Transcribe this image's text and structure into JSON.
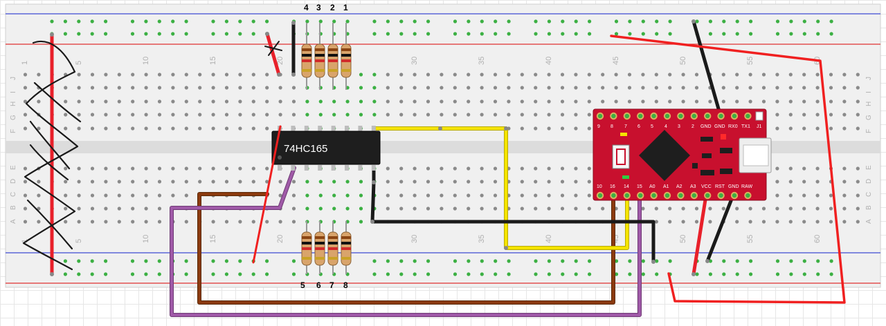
{
  "breadboard": {
    "column_numbers_top": [
      "1",
      "5",
      "10",
      "15",
      "20",
      "25",
      "30",
      "35",
      "40",
      "45",
      "50",
      "55",
      "60"
    ],
    "column_numbers_bottom": [
      "1",
      "5",
      "10",
      "15",
      "20",
      "25",
      "30",
      "35",
      "40",
      "45",
      "50",
      "55",
      "60"
    ],
    "row_letters_top": [
      "J",
      "I",
      "H",
      "G",
      "F"
    ],
    "row_letters_bottom": [
      "E",
      "D",
      "C",
      "B",
      "A"
    ]
  },
  "chip": {
    "label": "74HC165"
  },
  "resistor_labels_top": [
    "4",
    "3",
    "2",
    "1"
  ],
  "resistor_labels_bottom": [
    "5",
    "6",
    "7",
    "8"
  ],
  "board": {
    "top_pins": [
      "9",
      "8",
      "7",
      "6",
      "5",
      "4",
      "3",
      "2",
      "GND",
      "GND",
      "RX0",
      "TX1",
      "J1"
    ],
    "bottom_pins": [
      "10",
      "16",
      "14",
      "15",
      "A0",
      "A1",
      "A2",
      "A3",
      "VCC",
      "RST",
      "GND",
      "RAW"
    ]
  },
  "colors": {
    "wire_red": "#e8202a",
    "wire_black": "#1a1a1a",
    "wire_yellow": "#f5e400",
    "wire_brown": "#8b3a0e",
    "wire_purple": "#a05aa8",
    "board_red": "#c8102e",
    "chip_body": "#1e1e1e",
    "hole_green": "#3cb043"
  }
}
